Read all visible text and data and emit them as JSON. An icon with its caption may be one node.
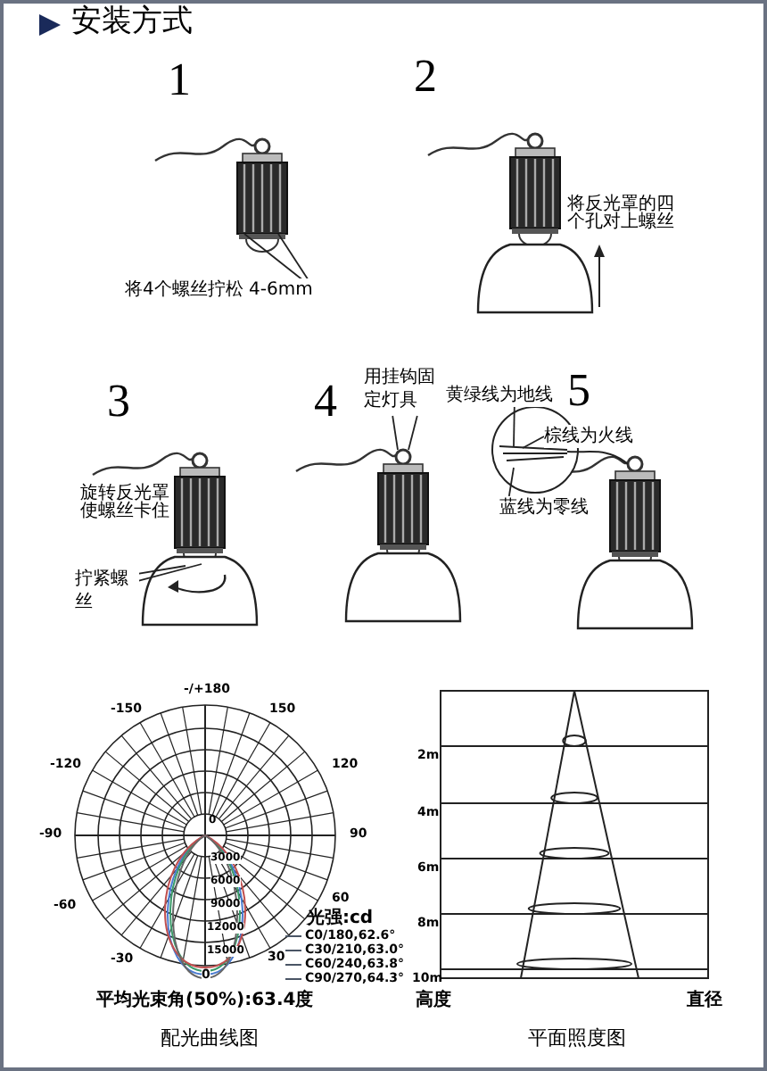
{
  "diagram": {
    "nodes": [
      {
        "text": [
          "将4个螺丝拧松 4-6mm"
        ]
      },
      {
        "text": [
          "拧紧螺丝"
        ]
      },
      {
        "text": [
          "用挂钩固定灯具"
        ]
      },
      {
        "text": [
          "黄绿线为地线"
        ]
      },
      {
        "text": [
          "棕线为火线"
        ]
      },
      {
        "text": [
          "蓝线为零线"
        ]
      }
    ],
    "edges": [
      {
        "from": 0,
        "to": null,
        "arrow": "none"
      },
      {
        "from": 0,
        "to": null,
        "arrow": "none"
      },
      {
        "from": 1,
        "to": null,
        "arrow": "none"
      },
      {
        "from": 1,
        "to": null,
        "arrow": "none"
      },
      {
        "from": 2,
        "to": null,
        "arrow": "none"
      },
      {
        "from": 2,
        "to": null,
        "arrow": "none"
      },
      {
        "from": 3,
        "to": null,
        "arrow": "none"
      },
      {
        "from": 4,
        "to": null,
        "arrow": "none"
      },
      {
        "from": 5,
        "to": null,
        "arrow": "none"
      }
    ],
    "labels": [
      "安装方式",
      "1",
      "2",
      "将反光罩的四个孔对上螺丝",
      "3",
      "4",
      "5",
      "旋转反光罩使螺丝卡住",
      "-/+180",
      "-150",
      "150",
      "-120",
      "120",
      "-90",
      "90",
      "-60",
      "60",
      "-30",
      "30",
      "0",
      "3000",
      "6000",
      "9000",
      "12000",
      "15000",
      "0",
      "光强:cd",
      "平均光束角(50%):63.4度",
      "配光曲线图",
      "2m",
      "4m",
      "6m",
      "8m",
      "10m",
      "高度",
      "直径",
      "平面照度图"
    ],
    "legend": [
      {
        "text": "C0/180,62.6°"
      },
      {
        "text": "C30/210,63.0°"
      },
      {
        "text": "C60/240,63.8°"
      },
      {
        "text": "C90/270,64.3°"
      }
    ]
  }
}
